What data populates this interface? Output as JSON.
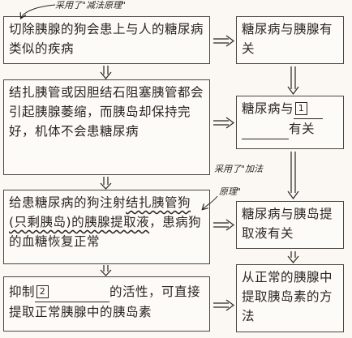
{
  "annotations": {
    "top": "采用了\"减法原理\"",
    "mid_line1": "采用了\"加法",
    "mid_line2": "原理\""
  },
  "left_boxes": [
    {
      "text": "切除胰腺的狗会患上与人的糖尿病类似的疾病"
    },
    {
      "text": "结扎胰管或因胆结石阻塞胰管都会引起胰腺萎缩，而胰岛却保持完好，机体不会患糖尿病"
    },
    {
      "text_pre": "给患糖尿病的狗注射",
      "text_wavy": "结扎胰管狗(只剩胰岛)的胰腺提取液",
      "text_post": "，患病狗的血糖恢复正常"
    },
    {
      "text_pre": "抑制",
      "blank_num": "2",
      "text_post": "的活性，可直接提取正常胰腺中的胰岛素"
    }
  ],
  "right_boxes": [
    {
      "text": "糖尿病与胰腺有关"
    },
    {
      "text_pre": "糖尿病与",
      "blank_num": "1",
      "text_post": "有关"
    },
    {
      "text": "糖尿病与胰岛提取液有关"
    },
    {
      "text": "从正常的胰腺中提取胰岛素的方法"
    }
  ]
}
